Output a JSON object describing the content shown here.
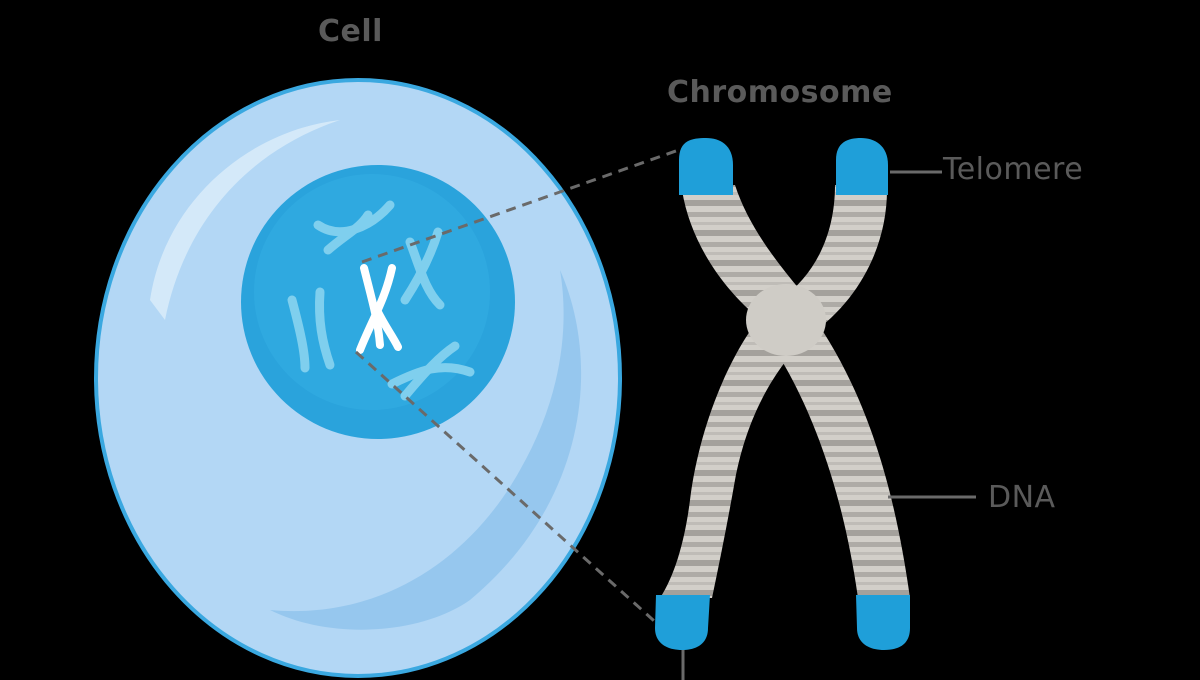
{
  "labels": {
    "cell": "Cell",
    "chromosome": "Chromosome",
    "telomere": "Telomere",
    "dna": "DNA"
  },
  "colors": {
    "background": "#000000",
    "cytoplasm": "#b3d7f5",
    "cell_outline": "#3aa8e0",
    "nucleus": "#2aa3dc",
    "nucleus_chromosomes": "#7fcfee",
    "highlight_chromosome": "#ffffff",
    "chromosome_body": "#d0cdc7",
    "chromosome_band": "#a9a6a1",
    "telomere": "#1f9fd9",
    "label_text": "#5a5a5a",
    "leader_lines": "#6a6a6a"
  }
}
